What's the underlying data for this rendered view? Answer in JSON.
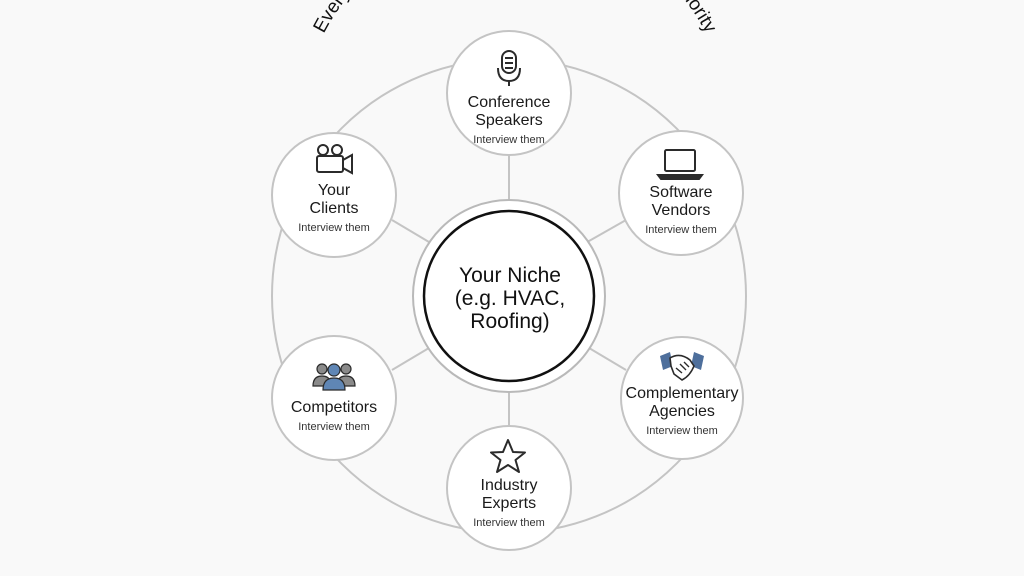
{
  "title": "Every relationship becomes content that builds authority",
  "center": {
    "line1": "Your Niche",
    "line2": "(e.g. HVAC,",
    "line3": "Roofing)"
  },
  "nodes": [
    {
      "id": "conference-speakers",
      "title_1": "Conference",
      "title_2": "Speakers",
      "sub": "Interview them",
      "icon": "microphone-icon"
    },
    {
      "id": "software-vendors",
      "title_1": "Software",
      "title_2": "Vendors",
      "sub": "Interview them",
      "icon": "laptop-icon"
    },
    {
      "id": "complementary-agencies",
      "title_1": "Complementary",
      "title_2": "Agencies",
      "sub": "Interview them",
      "icon": "handshake-icon"
    },
    {
      "id": "industry-experts",
      "title_1": "Industry",
      "title_2": "Experts",
      "sub": "Interview them",
      "icon": "star-icon"
    },
    {
      "id": "competitors",
      "title_1": "Competitors",
      "title_2": "",
      "sub": "Interview them",
      "icon": "people-group-icon"
    },
    {
      "id": "your-clients",
      "title_1": "Your",
      "title_2": "Clients",
      "sub": "Interview them",
      "icon": "video-camera-icon"
    }
  ],
  "colors": {
    "line": "#c4c4c4",
    "icon_dark": "#2b2b2b",
    "icon_blue": "#4e6f9c",
    "icon_gray": "#8a8a8a"
  }
}
